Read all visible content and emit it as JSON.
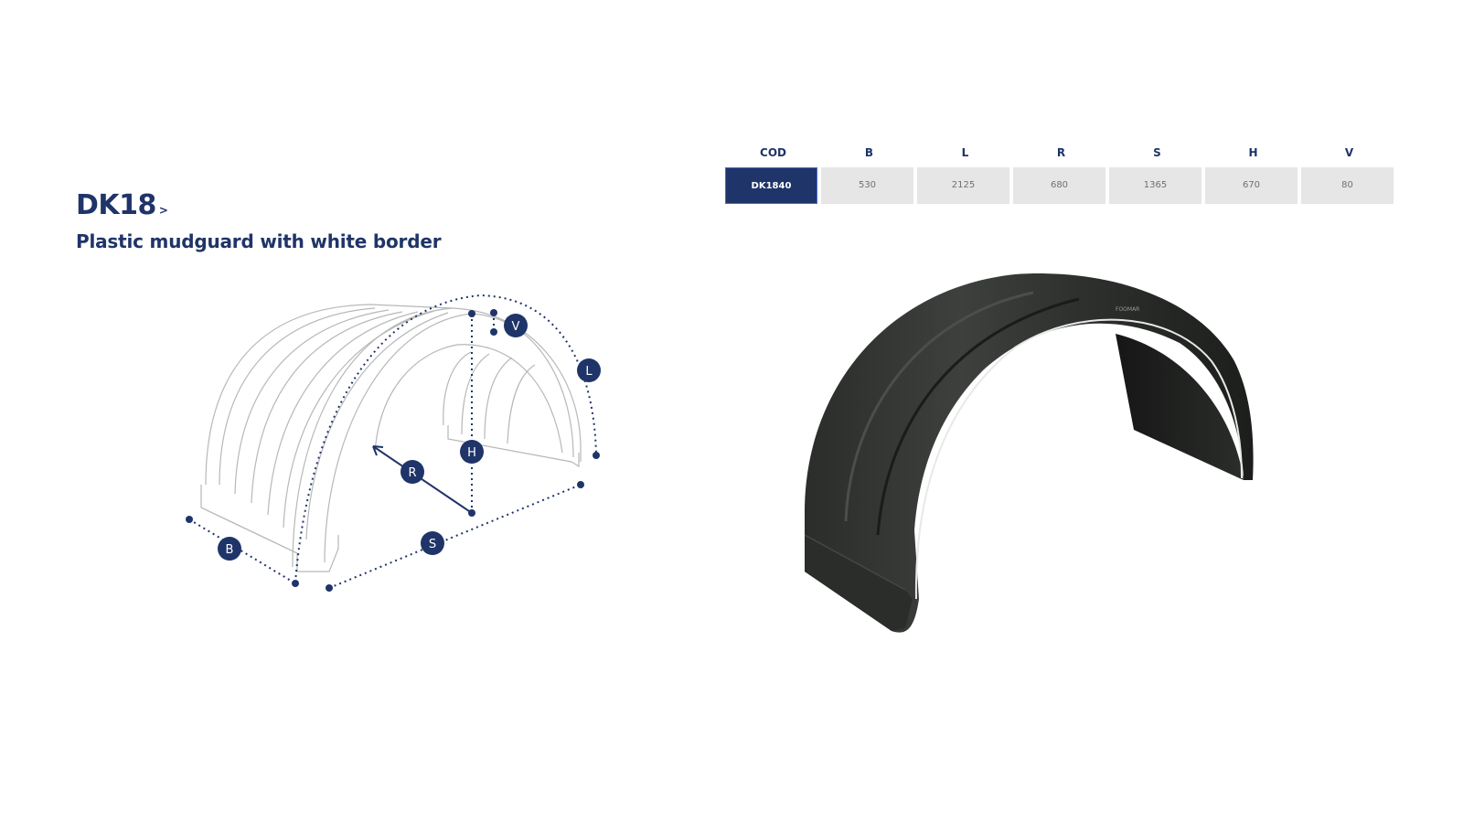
{
  "product": {
    "code": "DK18",
    "arrow": ">",
    "description": "Plastic mudguard with white border"
  },
  "spec_table": {
    "headers": [
      "COD",
      "B",
      "L",
      "R",
      "S",
      "H",
      "V"
    ],
    "row": {
      "code": "DK1840",
      "values": [
        "530",
        "2125",
        "680",
        "1365",
        "670",
        "80"
      ]
    }
  },
  "diagram": {
    "labels": {
      "b": "B",
      "s": "S",
      "r": "R",
      "h": "H",
      "v": "V",
      "l": "L"
    }
  },
  "photo": {
    "brand_mark": "FOOMAR"
  },
  "colors": {
    "brand": "#1f3468",
    "cell_bg": "#e6e6e6",
    "cell_text": "#707070"
  },
  "icons": [
    "dimension-marker-icon",
    "arrow-icon"
  ]
}
